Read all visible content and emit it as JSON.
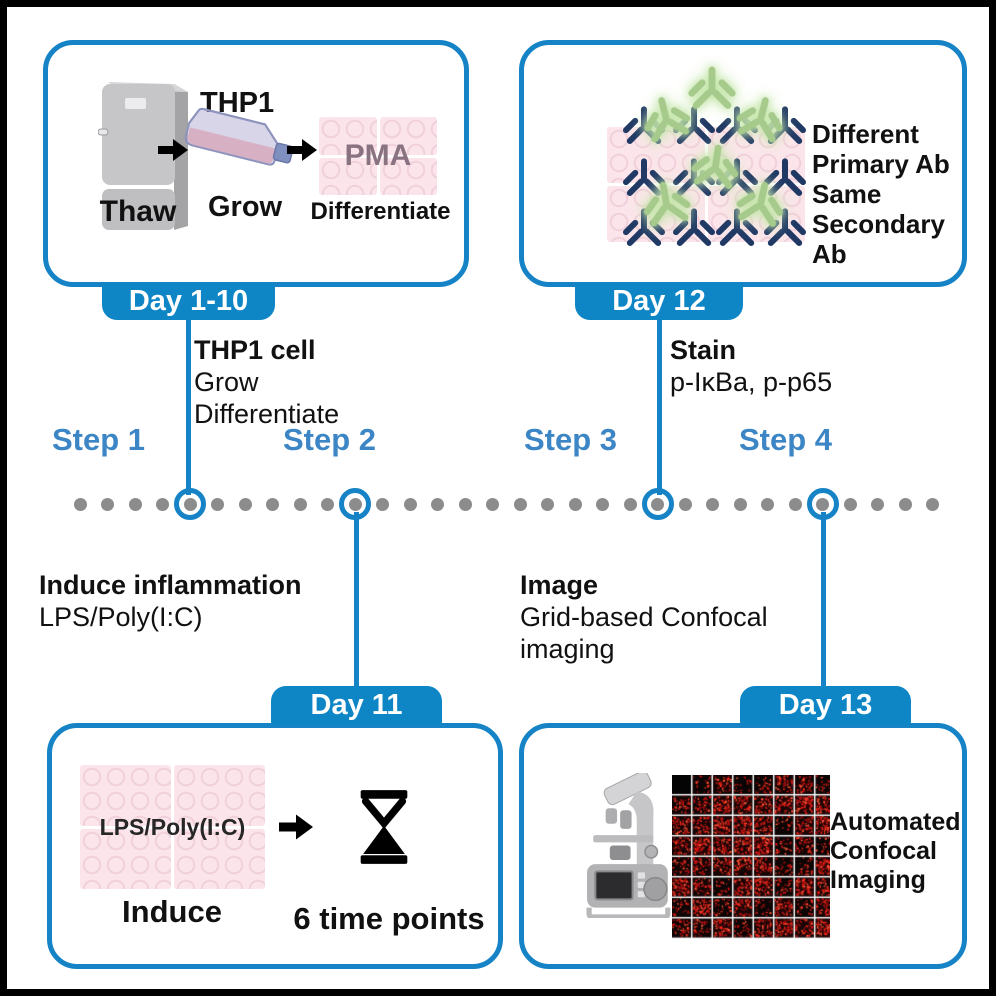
{
  "colors": {
    "panel_border_blue": "#1583c5",
    "tab_blue": "#0e86c6",
    "step_blue": "#3d86c5",
    "dot_gray": "#8c8c8c",
    "plate_pink": "#fbe5ea",
    "antibody_navy": "#1f3864",
    "antibody_green": "#a6ca8b",
    "confocal_red": "#e01818"
  },
  "panels": {
    "culture": {
      "day": "Day 1-10",
      "thaw": "Thaw",
      "flask_name": "THP1",
      "flask_action": "Grow",
      "plate_text": "PMA",
      "plate_action": "Differentiate"
    },
    "stain": {
      "day": "Day 12",
      "note": [
        "Different",
        "Primary Ab",
        "Same",
        "Secondary Ab"
      ]
    },
    "induce": {
      "day": "Day 11",
      "plate_text": "LPS/Poly(I:C)",
      "plate_action": "Induce",
      "time_note": "6 time points"
    },
    "imaging": {
      "day": "Day 13",
      "note": [
        "Automated",
        "Confocal",
        "Imaging"
      ],
      "grid_rows": 8,
      "grid_cols": 8
    }
  },
  "timeline": {
    "steps": [
      "Step 1",
      "Step 2",
      "Step 3",
      "Step 4"
    ],
    "dot_count": 32,
    "marker_indices": [
      4,
      10,
      21,
      27
    ],
    "annotations": {
      "culture": {
        "title": "THP1 cell",
        "lines": [
          "Grow",
          "Differentiate"
        ]
      },
      "stain": {
        "title": "Stain",
        "lines": [
          "p-IκBa, p-p65"
        ]
      },
      "induce": {
        "title": "Induce inflammation",
        "lines": [
          "LPS/Poly(I:C)"
        ]
      },
      "imaging": {
        "title": "Image",
        "lines": [
          "Grid-based Confocal",
          "imaging"
        ]
      }
    }
  }
}
